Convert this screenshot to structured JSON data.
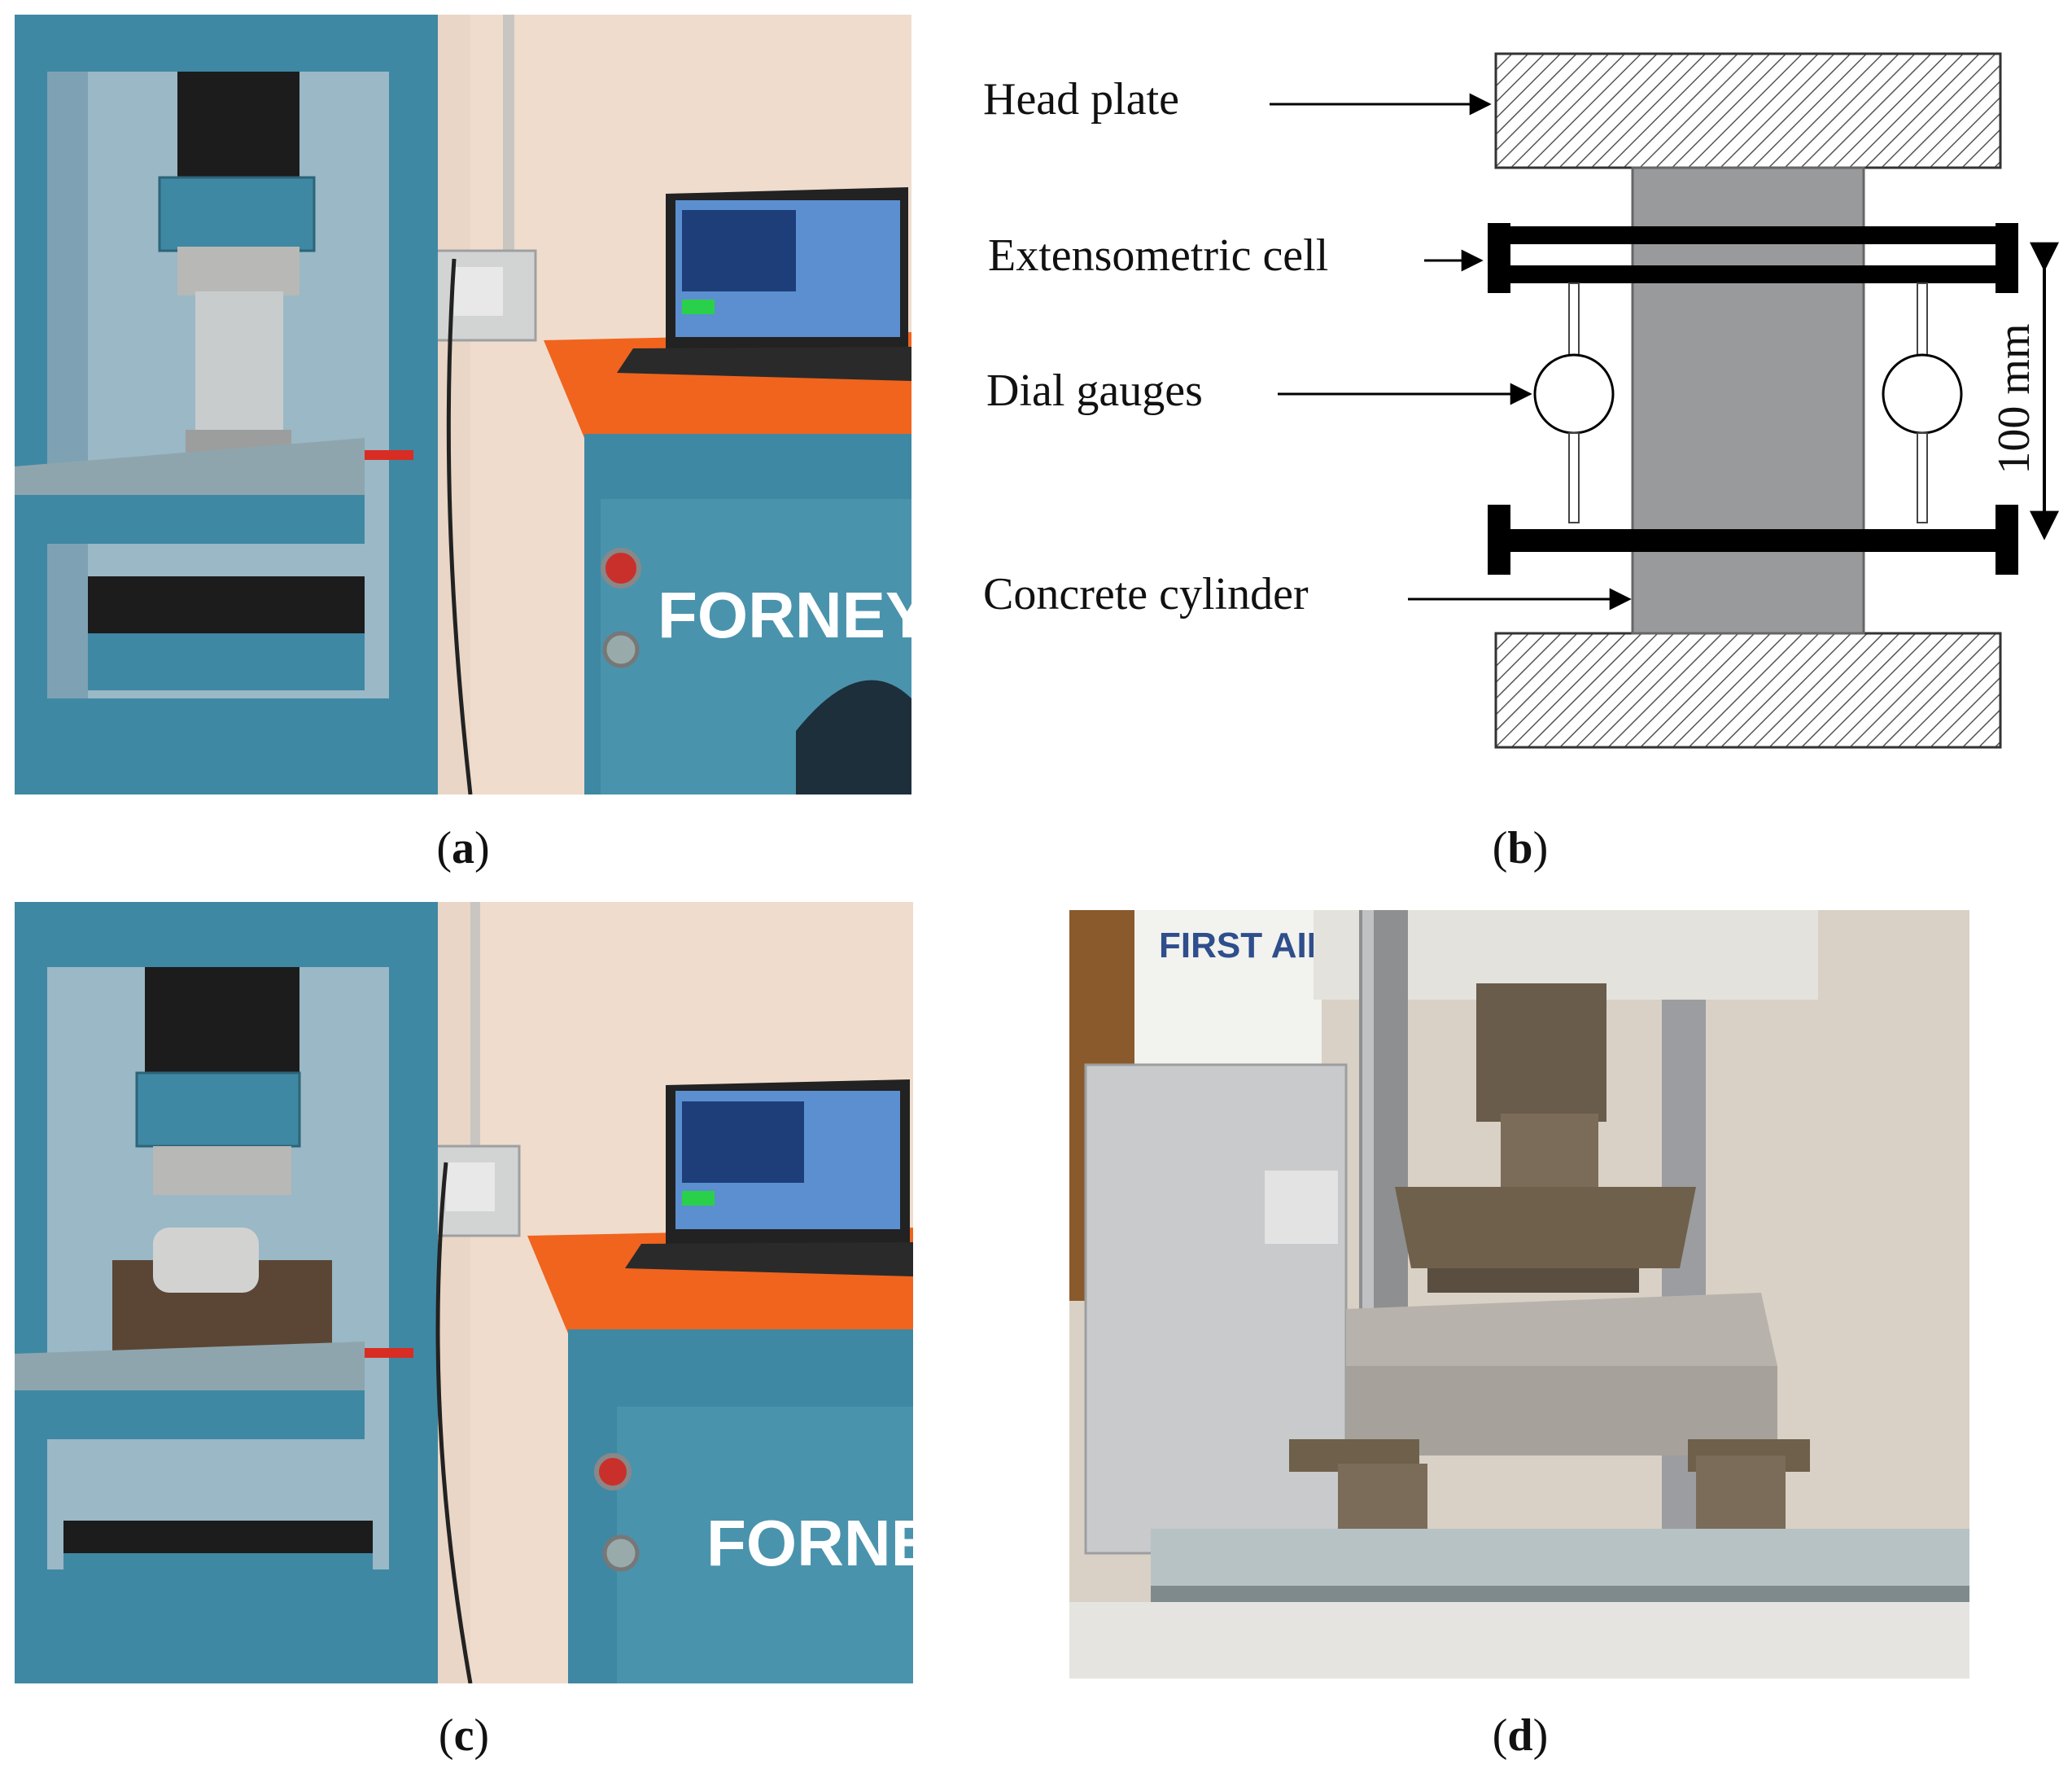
{
  "figure": {
    "panels": [
      {
        "id": "a",
        "caption_open": "(",
        "caption_letter": "a",
        "caption_close": ")",
        "brand_text": "FORNEY"
      },
      {
        "id": "b",
        "caption_open": "(",
        "caption_letter": "b",
        "caption_close": ")",
        "labels": {
          "head_plate": "Head plate",
          "extensometric_cell": "Extensometric cell",
          "dial_gauges": "Dial gauges",
          "concrete_cylinder": "Concrete cylinder",
          "gauge_length": "100 mm"
        }
      },
      {
        "id": "c",
        "caption_open": "(",
        "caption_letter": "c",
        "caption_close": ")",
        "brand_text": "FORNE"
      },
      {
        "id": "d",
        "caption_open": "(",
        "caption_letter": "d",
        "caption_close": ")",
        "sign_text": "FIRST AID"
      }
    ]
  }
}
